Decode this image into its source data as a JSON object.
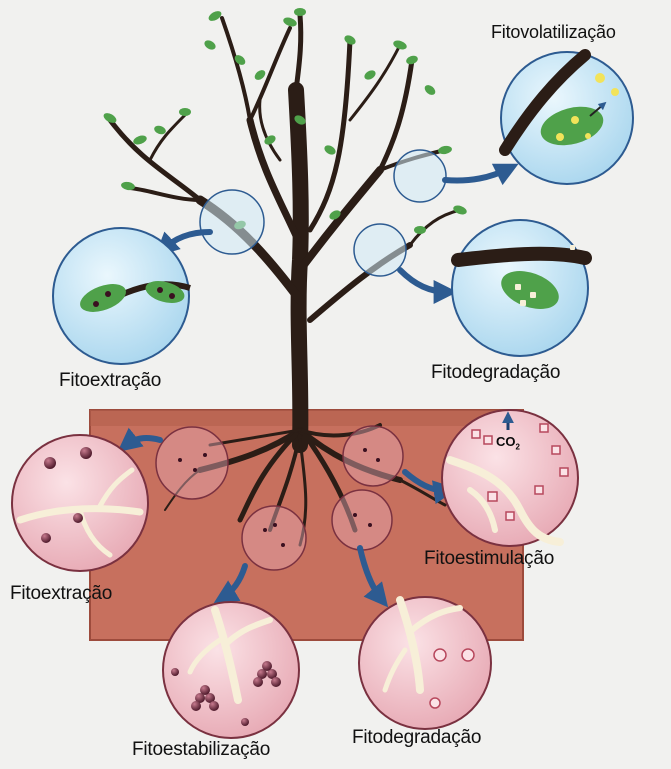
{
  "labels": {
    "fitovolatilizacao": "Fitovolatilização",
    "fitoextracao_top": "Fitoextração",
    "fitodegradacao_top": "Fitodegradação",
    "fitoestimulacao": "Fitoestimulação",
    "fitoextracao_bottom": "Fitoextração",
    "fitoestabilizacao": "Fitoestabilização",
    "fitodegradacao_bottom": "Fitodegradação"
  },
  "co2": {
    "text": "CO",
    "sub": "2"
  },
  "colors": {
    "soil": "#c7705e",
    "soil_edge": "#9d4b3c",
    "trunk": "#2b1d16",
    "leaf": "#4fa14a",
    "air_bubble": "#cfe9f6",
    "soil_bubble": "#f1c9cf",
    "arrow": "#2d5b91",
    "root_white": "#f7efd8",
    "particle": "#5b2436"
  }
}
